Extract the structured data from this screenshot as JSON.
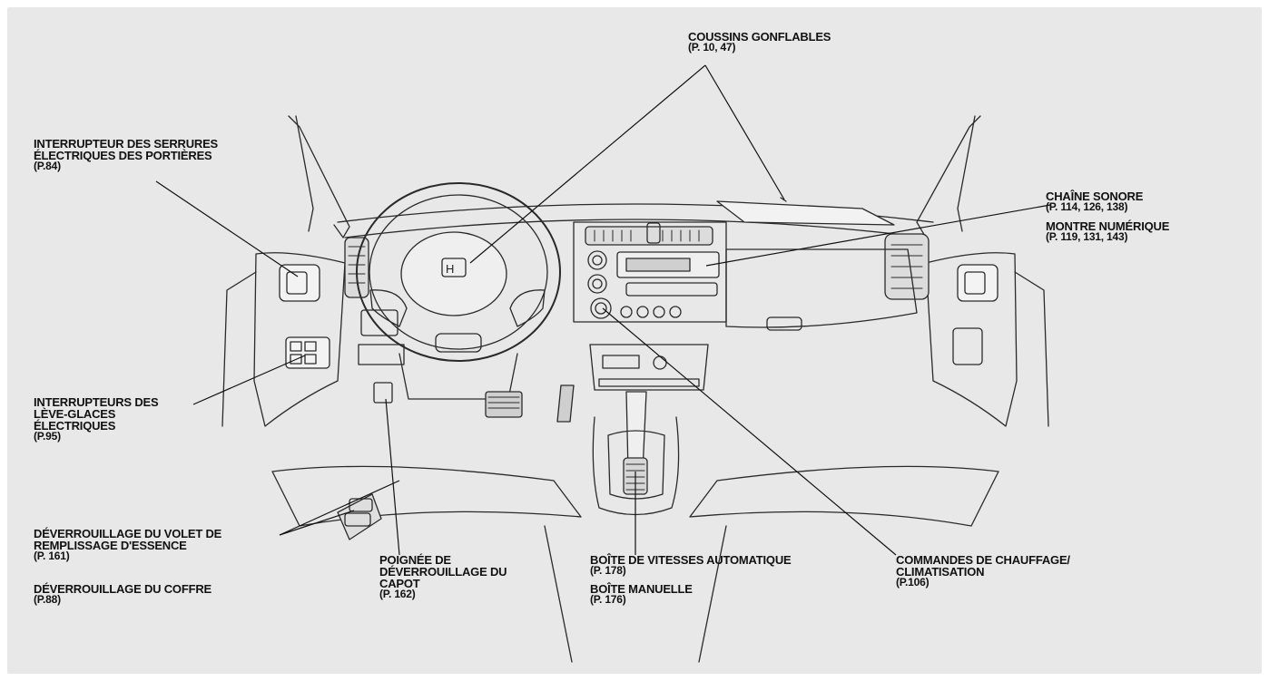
{
  "labels": {
    "airbags": {
      "title": "COUSSINS GONFLABLES",
      "pages": "(P. 10, 47)"
    },
    "door_locks": {
      "line1": "INTERRUPTEUR DES SERRURES",
      "line2": "ÉLECTRIQUES DES PORTIÈRES",
      "pages": "(P.84)"
    },
    "audio": {
      "title": "CHAÎNE SONORE",
      "pages": "(P. 114, 126, 138)"
    },
    "clock": {
      "title": "MONTRE NUMÉRIQUE",
      "pages": "(P. 119, 131, 143)"
    },
    "windows": {
      "line1": "INTERRUPTEURS DES",
      "line2": "LÈVE-GLACES",
      "line3": "ÉLECTRIQUES",
      "pages": "(P.95)"
    },
    "fuel_door": {
      "line1": "DÉVERROUILLAGE DU VOLET DE",
      "line2": "REMPLISSAGE D'ESSENCE",
      "pages": "(P. 161)"
    },
    "trunk": {
      "title": "DÉVERROUILLAGE DU COFFRE",
      "pages": "(P.88)"
    },
    "hood": {
      "line1": "POIGNÉE DE",
      "line2": "DÉVERROUILLAGE DU",
      "line3": "CAPOT",
      "pages": "(P. 162)"
    },
    "auto_trans": {
      "title": "BOÎTE DE VITESSES AUTOMATIQUE",
      "pages": "(P. 178)"
    },
    "manual_trans": {
      "title": "BOÎTE MANUELLE",
      "pages": "(P. 176)"
    },
    "climate": {
      "line1": "COMMANDES DE CHAUFFAGE/",
      "line2": "CLIMATISATION",
      "pages": "(P.106)"
    }
  },
  "colors": {
    "background": "#e8e8e8",
    "line": "#222222",
    "text": "#111111"
  }
}
